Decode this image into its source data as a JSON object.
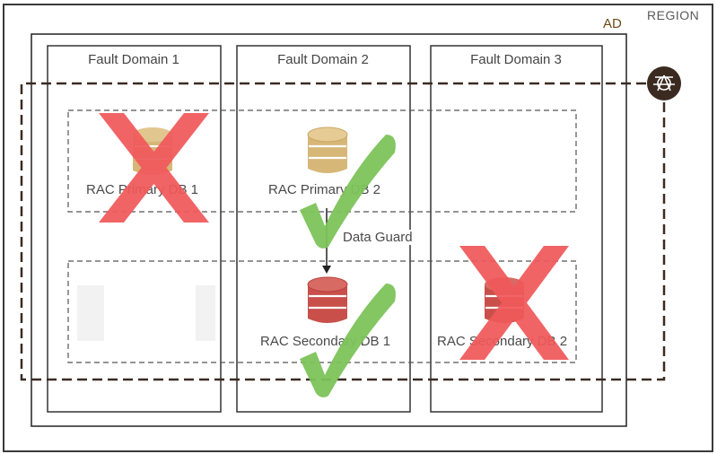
{
  "region": {
    "label": "REGION"
  },
  "ad": {
    "label": "AD"
  },
  "fault_domains": [
    {
      "title": "Fault Domain 1"
    },
    {
      "title": "Fault Domain 2"
    },
    {
      "title": "Fault Domain 3"
    }
  ],
  "databases": {
    "primary_db1": {
      "label": "RAC Primary DB 1",
      "status": "failed"
    },
    "primary_db2": {
      "label": "RAC Primary DB 2",
      "status": "ok"
    },
    "secondary_db1": {
      "label": "RAC Secondary DB 1",
      "status": "ok"
    },
    "secondary_db2": {
      "label": "RAC Secondary DB 2",
      "status": "failed"
    }
  },
  "connector": {
    "label": "Data Guard"
  },
  "colors": {
    "border": "#3a3a3a",
    "primary_db": "#d7b778",
    "secondary_db": "#c94f4a",
    "fail_mark": "#f0595b",
    "ok_mark": "#7cc35a",
    "network_icon": "#3a2a20"
  },
  "icons": {
    "network": "network-hub-icon",
    "database": "database-cylinder-icon",
    "fail": "x-mark-icon",
    "ok": "check-mark-icon"
  }
}
